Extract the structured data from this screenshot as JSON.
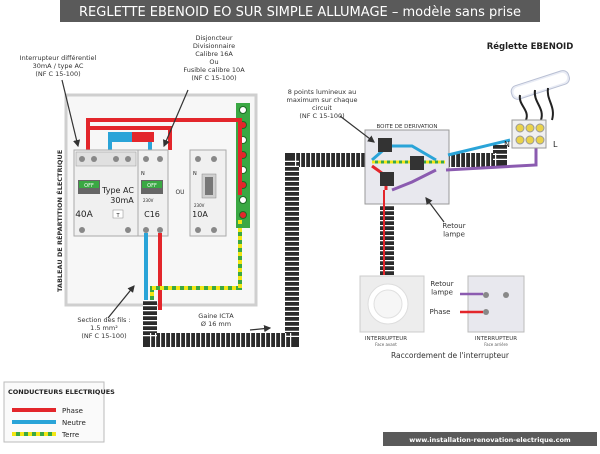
{
  "title": "REGLETTE EBENOID EO SUR  SIMPLE ALLUMAGE – modèle sans prise",
  "colors": {
    "title_bg": "#5a5a5a",
    "phase": "#e3262b",
    "neutre": "#2aa4d8",
    "terre_green": "#3aa843",
    "terre_yellow": "#f3e614",
    "gaine": "#2b2b2b",
    "retour": "#8b5bb0",
    "panel_bg": "#f7f7f7",
    "rail": "#3aa843"
  },
  "labels": {
    "interrupteur_diff": "Interrupteur différentiel\n30mA / type AC\n(NF C 15-100)",
    "disjoncteur": "Disjoncteur\nDivisionnaire\nCalibre 16A\nOu\nFusible calibre 10A\n(NF C 15-100)",
    "points_lumineux": "8 points lumineux au\nmaximum sur chaque\ncircuit\n(NF C 15-100)",
    "reglette": "Réglette EBENOID",
    "boite": "BOITE DE DERIVATION",
    "tableau": "TABLEAU DE RÉPARTITION ÉLECTRIQUE",
    "section": "Section des fils :\n1.5 mm²\n(NF C 15-100)",
    "gaine": "Gaine ICTA\nØ 16 mm",
    "retour_lampe": "Retour\nlampe",
    "retour_lampe2": "Retour\nlampe",
    "phase_label": "Phase",
    "interrupteur1": "INTERRUPTEUR",
    "interrupteur1_sub": "Face avant",
    "interrupteur2": "INTERRUPTEUR",
    "interrupteur2_sub": "Face arrière",
    "raccordement": "Raccordement de l'interrupteur",
    "n_term": "N",
    "l_term": "L",
    "ou": "OU",
    "website": "www.installation-renovation-electrique.com"
  },
  "device_labels": {
    "diff_off": "OFF",
    "diff_type": "Type AC",
    "diff_ma": "30mA",
    "diff_rating": "40A",
    "diff_test": "T",
    "breaker_off": "OFF",
    "breaker_rating": "C16",
    "fuse_rating": "10A",
    "small_n": "N",
    "small_230": "230V"
  },
  "legend": {
    "title": "CONDUCTEURS ELECTRIQUES",
    "items": [
      {
        "label": "Phase",
        "color": "#e3262b"
      },
      {
        "label": "Neutre",
        "color": "#2aa4d8"
      },
      {
        "label": "Terre",
        "color": "terre"
      }
    ]
  }
}
